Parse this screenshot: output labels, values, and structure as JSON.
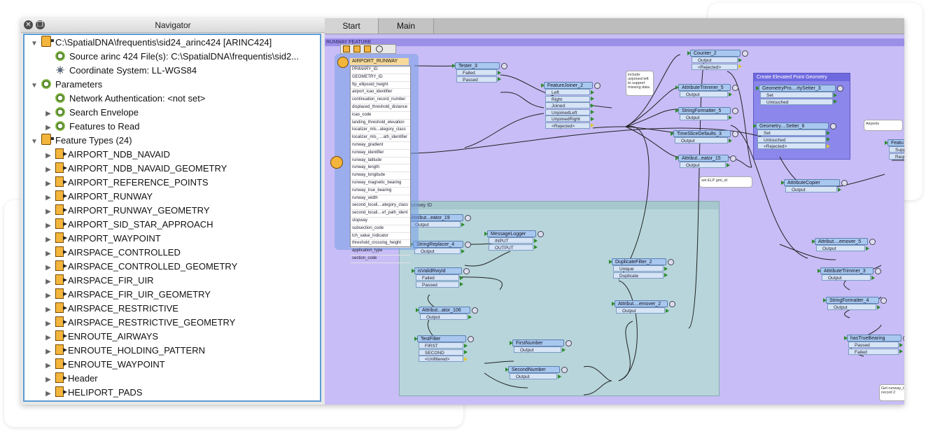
{
  "navigator": {
    "title": "Navigator",
    "tree": [
      {
        "label": "C:\\SpatialDNA\\frequentis\\sid24_arinc424 [ARINC424]",
        "icon": "dataset-reader-icon",
        "toggle": "▼"
      },
      {
        "label": "Source arinc 424 File(s): C:\\SpatialDNA\\frequentis\\sid2...",
        "icon": "gear-icon",
        "toggle": ""
      },
      {
        "label": "Coordinate System: LL-WGS84",
        "icon": "coordinate-system-icon",
        "toggle": ""
      },
      {
        "label": "Parameters",
        "icon": "gear-icon",
        "toggle": "▼"
      },
      {
        "label": "Network Authentication: <not set>",
        "icon": "gear-icon",
        "toggle": ""
      },
      {
        "label": "Search Envelope",
        "icon": "gear-icon",
        "toggle": "▶"
      },
      {
        "label": "Features to Read",
        "icon": "gear-icon",
        "toggle": "▶"
      },
      {
        "label": "Feature Types (24)",
        "icon": "feature-types-icon",
        "toggle": "▼"
      },
      {
        "label": "AIRPORT_NDB_NAVAID",
        "icon": "feature-type-icon",
        "toggle": "▶"
      },
      {
        "label": "AIRPORT_NDB_NAVAID_GEOMETRY",
        "icon": "feature-type-icon",
        "toggle": "▶"
      },
      {
        "label": "AIRPORT_REFERENCE_POINTS",
        "icon": "feature-type-icon",
        "toggle": "▶"
      },
      {
        "label": "AIRPORT_RUNWAY",
        "icon": "feature-type-icon",
        "toggle": "▶"
      },
      {
        "label": "AIRPORT_RUNWAY_GEOMETRY",
        "icon": "feature-type-icon",
        "toggle": "▶"
      },
      {
        "label": "AIRPORT_SID_STAR_APPROACH",
        "icon": "feature-type-icon",
        "toggle": "▶"
      },
      {
        "label": "AIRPORT_WAYPOINT",
        "icon": "feature-type-icon",
        "toggle": "▶"
      },
      {
        "label": "AIRSPACE_CONTROLLED",
        "icon": "feature-type-icon",
        "toggle": "▶"
      },
      {
        "label": "AIRSPACE_CONTROLLED_GEOMETRY",
        "icon": "feature-type-icon",
        "toggle": "▶"
      },
      {
        "label": "AIRSPACE_FIR_UIR",
        "icon": "feature-type-icon",
        "toggle": "▶"
      },
      {
        "label": "AIRSPACE_FIR_UIR_GEOMETRY",
        "icon": "feature-type-icon",
        "toggle": "▶"
      },
      {
        "label": "AIRSPACE_RESTRICTIVE",
        "icon": "feature-type-icon",
        "toggle": "▶"
      },
      {
        "label": "AIRSPACE_RESTRICTIVE_GEOMETRY",
        "icon": "feature-type-icon",
        "toggle": "▶"
      },
      {
        "label": "ENROUTE_AIRWAYS",
        "icon": "feature-type-icon",
        "toggle": "▶"
      },
      {
        "label": "ENROUTE_HOLDING_PATTERN",
        "icon": "feature-type-icon",
        "toggle": "▶"
      },
      {
        "label": "ENROUTE_WAYPOINT",
        "icon": "feature-type-icon",
        "toggle": "▶"
      },
      {
        "label": "Header",
        "icon": "feature-type-icon",
        "toggle": "▶"
      },
      {
        "label": "HELIPORT_PADS",
        "icon": "feature-type-icon",
        "toggle": "▶"
      }
    ]
  },
  "tabs": [
    {
      "label": "Start"
    },
    {
      "label": "Main"
    }
  ],
  "canvas": {
    "bookmark_runway": "RUNWAY FEATURE",
    "bookmark_runway_id": "Runway ID",
    "bookmark_elevated": "Create Elevated Point Geometry",
    "reader_feature": "AIRPORT_RUNWAY",
    "attributes": [
      "PRIMARY_ID",
      "GEOMETRY_ID",
      "ftp_ellipsoid_height",
      "airport_icao_identifier",
      "continuation_record_number",
      "displaced_threshold_distance",
      "icao_code",
      "landing_threshold_elevation",
      "localizer_mls...ategory_class",
      "localizer_mls_....ath_identifier",
      "runway_gradient",
      "runway_identifier",
      "runway_latitude",
      "runway_length",
      "runway_longitude",
      "runway_magnetic_bearing",
      "runway_true_bearing",
      "runway_width",
      "second_locali....ategory_class",
      "second_locali....ef_path_ident",
      "stopway",
      "subsection_code",
      "tch_value_indicator",
      "threshold_crossing_height",
      "application_type",
      "section_code"
    ],
    "transformers": {
      "tester3": {
        "name": "Tester_3",
        "ports": [
          "Failed",
          "Passed"
        ]
      },
      "joiner2": {
        "name": "FeatureJoiner_2",
        "ports": [
          "Left",
          "Right",
          "Joined",
          "UnjoinedLeft",
          "UnjoinedRight",
          "<Rejected>"
        ]
      },
      "counter2": {
        "name": "Counter_2",
        "ports": [
          "Output",
          "<Rejected>"
        ]
      },
      "attrtrim5": {
        "name": "AttributeTrimmer_5",
        "ports": [
          "Output"
        ]
      },
      "strfmt5": {
        "name": "StringFormatter_5",
        "ports": [
          "Output"
        ]
      },
      "timeslice3": {
        "name": "TimeSliceDefaults_3",
        "ports": [
          "Output"
        ]
      },
      "attrcreator15": {
        "name": "Attribut...eator_15",
        "ports": [
          "Output"
        ]
      },
      "geomsetter3": {
        "name": "GeometryPro....rtySetter_3",
        "ports": [
          "Set",
          "Untouched"
        ]
      },
      "geomsetter6": {
        "name": "Geometry....Setter_6",
        "ports": [
          "Set",
          "Untouched",
          "<Rejected>"
        ]
      },
      "attrcopier": {
        "name": "AttributeCopier",
        "ports": [
          "Output"
        ]
      },
      "attrcreator19": {
        "name": "Attribut...eator_19",
        "ports": [
          "Output"
        ]
      },
      "msglogger": {
        "name": "MessageLogger",
        "ports": [
          "INPUT",
          "OUTPUT"
        ]
      },
      "strreplacer4": {
        "name": "StringReplacer_4",
        "ports": [
          "Output"
        ]
      },
      "isvalid": {
        "name": "isValidRwyId",
        "ports": [
          "Failed",
          "Passed"
        ]
      },
      "attrcreator106": {
        "name": "Attribut...ator_106",
        "ports": [
          "Output"
        ]
      },
      "testfilter": {
        "name": "TestFilter",
        "ports": [
          "FIRST",
          "SECOND",
          "<Unfiltered>"
        ]
      },
      "firstnumber": {
        "name": "FirstNumber",
        "ports": [
          "Output"
        ]
      },
      "secondnumber": {
        "name": "SecondNumber",
        "ports": [
          "Output"
        ]
      },
      "dupfilter2": {
        "name": "DuplicateFilter_2",
        "ports": [
          "Unique",
          "Duplicate"
        ]
      },
      "attrremover2": {
        "name": "Attribut....emover_2",
        "ports": [
          "Output"
        ]
      },
      "attrremover5": {
        "name": "Attribut....emover_5",
        "ports": [
          "Output"
        ]
      },
      "attrtrim3": {
        "name": "AttributeTrimmer_3",
        "ports": [
          "Output"
        ]
      },
      "strfmt4": {
        "name": "StringFormatter_4",
        "ports": [
          "Output"
        ]
      },
      "hastrue": {
        "name": "hasTrueBearing",
        "ports": [
          "Passed",
          "Failed"
        ]
      },
      "feature_right": {
        "name": "Featu",
        "ports": [
          "Supp",
          "Requ"
        ]
      }
    },
    "notes": {
      "include": "include unjoined left to support missing data",
      "airports": "Airports",
      "setgml": "set ELP gml_id",
      "getrunway": "Get runway_t record 2"
    }
  },
  "colors": {
    "canvas": "#c8bdf6",
    "bookmark_runway_id": "#b7d5db",
    "bookmark_elevated": "#8c87ea",
    "transformer": "#a9c8ef",
    "port_pin": "#2d8a2d",
    "selection": "#5b9bd5"
  }
}
